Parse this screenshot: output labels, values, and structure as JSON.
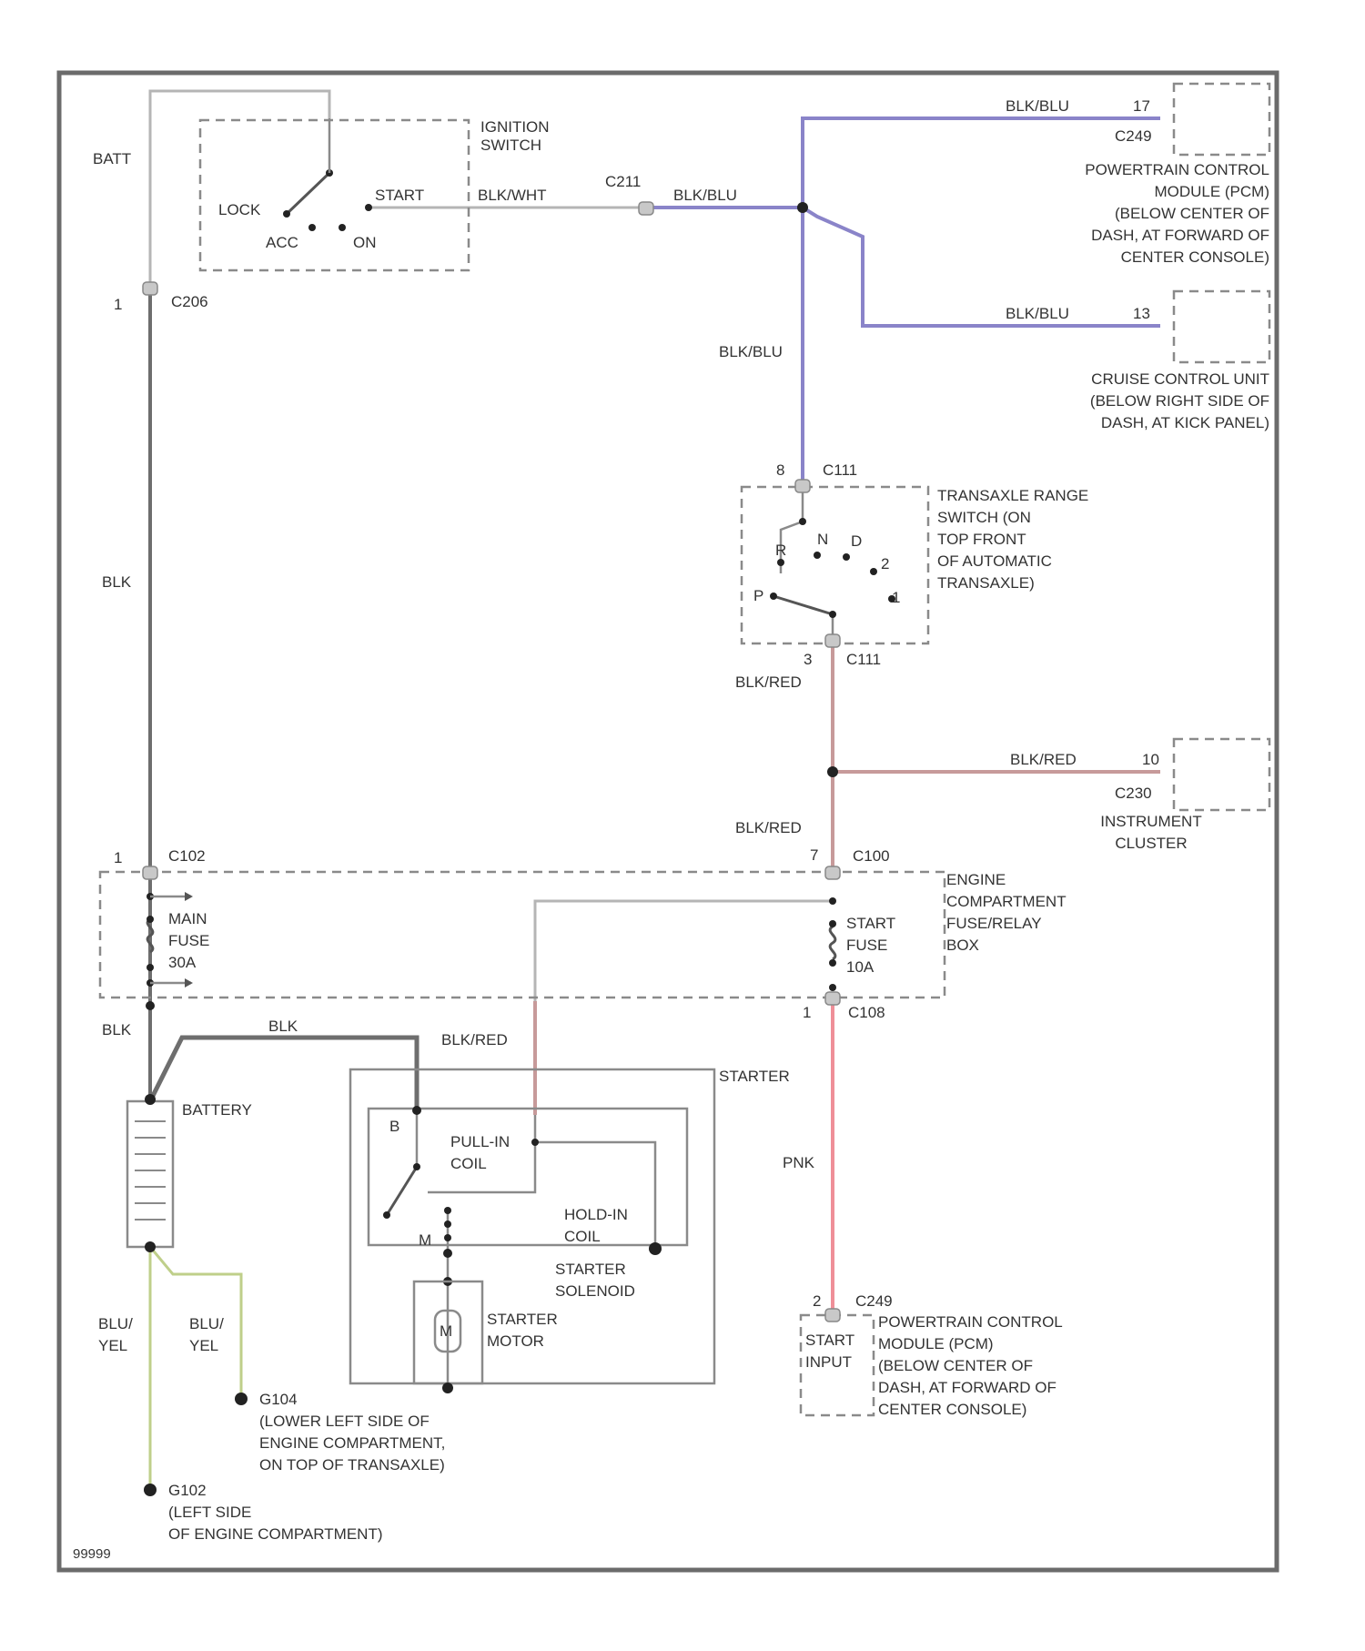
{
  "diagram": {
    "page_code": "99999",
    "wire_colors": {
      "blk": "#6e6e6e",
      "blk_blu": "#8a84c9",
      "blk_red": "#c79a9a",
      "pnk": "#ef8f98",
      "blu_yel": "#bfcf8a",
      "gray": "#b5b5b5"
    },
    "labels": {
      "batt": "BATT",
      "ignition_switch": [
        "IGNITION",
        "SWITCH"
      ],
      "lock": "LOCK",
      "acc": "ACC",
      "on": "ON",
      "start": "START",
      "blk_wht": "BLK/WHT",
      "c211_top": "C211",
      "blk_blu_1": "BLK/BLU",
      "blk_blu_2": "BLK/BLU",
      "blk_blu_3": "BLK/BLU",
      "blk_blu_4": "BLK/BLU",
      "pin_17": "17",
      "pin_13": "13",
      "c249": "C249",
      "pcm_top": [
        "POWERTRAIN CONTROL",
        "MODULE (PCM)",
        "(BELOW CENTER OF",
        "DASH, AT FORWARD OF",
        "CENTER CONSOLE)"
      ],
      "cruise_unit": [
        "CRUISE CONTROL UNIT",
        "(BELOW RIGHT SIDE OF",
        "DASH, AT KICK PANEL)"
      ],
      "pin_1_c206": "1",
      "c206": "C206",
      "blk_1": "BLK",
      "pin_8": "8",
      "c111_top": "C111",
      "trans_range": [
        "TRANSAXLE RANGE",
        "SWITCH (ON",
        "TOP FRONT",
        "OF AUTOMATIC",
        "TRANSAXLE)"
      ],
      "gear_n": "N",
      "gear_r": "R",
      "gear_d": "D",
      "gear_2": "2",
      "gear_p": "P",
      "gear_1": "1",
      "pin_3": "3",
      "c111_bot": "C111",
      "blk_red_1": "BLK/RED",
      "blk_red_2": "BLK/RED",
      "blk_red_3": "BLK/RED",
      "blk_red_4": "BLK/RED",
      "pin_10": "10",
      "c230": "C230",
      "instrument_cluster": [
        "INSTRUMENT",
        "CLUSTER"
      ],
      "pin_1_c102": "1",
      "c102": "C102",
      "pin_7": "7",
      "c100": "C100",
      "engine_box": [
        "ENGINE",
        "COMPARTMENT",
        "FUSE/RELAY",
        "BOX"
      ],
      "main_fuse": [
        "MAIN",
        "FUSE",
        "30A"
      ],
      "start_fuse": [
        "START",
        "FUSE",
        "10A"
      ],
      "pin_1_c108": "1",
      "c108": "C108",
      "blk_2": "BLK",
      "blk_3": "BLK",
      "starter": "STARTER",
      "battery": "BATTERY",
      "b_term": "B",
      "m_term": "M",
      "pull_in": [
        "PULL-IN",
        "COIL"
      ],
      "hold_in": [
        "HOLD-IN",
        "COIL"
      ],
      "solenoid": [
        "STARTER",
        "SOLENOID"
      ],
      "starter_motor": [
        "STARTER",
        "MOTOR"
      ],
      "motor_m": "M",
      "pnk": "PNK",
      "blu_yel_1": [
        "BLU/",
        "YEL"
      ],
      "blu_yel_2": [
        "BLU/",
        "YEL"
      ],
      "g104": "G104",
      "g104_loc": [
        "(LOWER LEFT SIDE OF",
        "ENGINE COMPARTMENT,",
        "ON TOP OF TRANSAXLE)"
      ],
      "g102": "G102",
      "g102_loc": [
        "(LEFT SIDE",
        "OF ENGINE COMPARTMENT)"
      ],
      "pin_2": "2",
      "c249_bot": "C249",
      "start_input": [
        "START",
        "INPUT"
      ],
      "pcm_bot": [
        "POWERTRAIN CONTROL",
        "MODULE (PCM)",
        "(BELOW CENTER OF",
        "DASH, AT FORWARD OF",
        "CENTER CONSOLE)"
      ]
    }
  }
}
